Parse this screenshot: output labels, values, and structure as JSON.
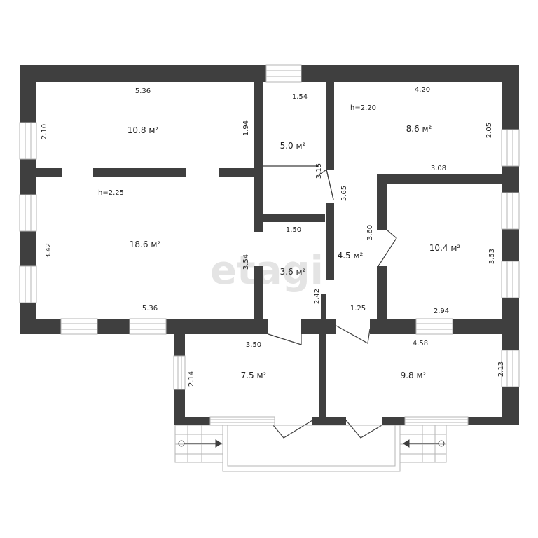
{
  "watermark": "etagi",
  "rooms": [
    {
      "id": "room-a",
      "area": "10.8 м²"
    },
    {
      "id": "room-b",
      "area": "18.6 м²"
    },
    {
      "id": "room-c",
      "area": "5.0 м²"
    },
    {
      "id": "room-d",
      "area": "8.6 м²"
    },
    {
      "id": "room-e",
      "area": "10.4 м²"
    },
    {
      "id": "room-f",
      "area": "4.5 м²"
    },
    {
      "id": "room-g",
      "area": "3.6 м²"
    },
    {
      "id": "room-h",
      "area": "7.5 м²"
    },
    {
      "id": "room-i",
      "area": "9.8 м²"
    }
  ],
  "heights": [
    "h=2.25",
    "h=2.20"
  ],
  "dimensions": [
    "5.36",
    "2.10",
    "1.94",
    "3.42",
    "5.36",
    "1.54",
    "3.15",
    "4.20",
    "2.05",
    "3.08",
    "5.65",
    "1.50",
    "3.54",
    "3.60",
    "3.53",
    "2.42",
    "1.25",
    "2.94",
    "3.50",
    "2.14",
    "4.58",
    "2.13"
  ],
  "colors": {
    "wall": "#3f3f3f",
    "window_line": "#b5b5b5",
    "background": "#ffffff",
    "watermark": "#e4e4e4"
  }
}
